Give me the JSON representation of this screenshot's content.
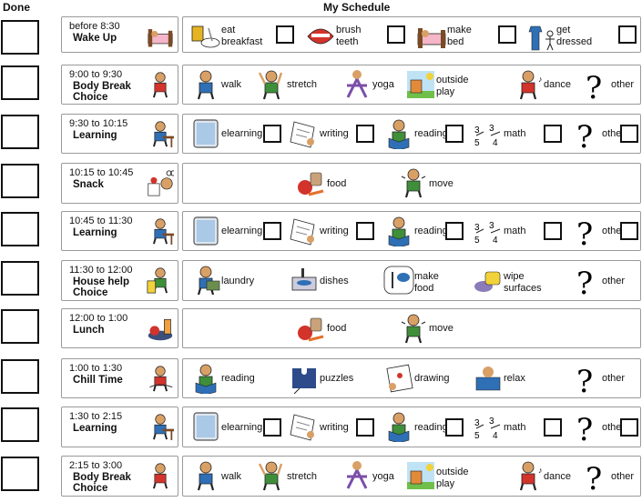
{
  "header": {
    "done": "Done",
    "schedule": "My Schedule"
  },
  "rows": [
    {
      "time": "before 8:30",
      "name": [
        "Wake Up"
      ],
      "pic": "bed-icon",
      "acts": [
        {
          "label": [
            "eat",
            "breakfast"
          ],
          "pic": "breakfast-icon",
          "cb": true
        },
        {
          "label": [
            "brush",
            "teeth"
          ],
          "pic": "teeth-icon",
          "cb": true
        },
        {
          "label": [
            "make",
            "bed"
          ],
          "pic": "bed-icon",
          "cb": true
        },
        {
          "label": [
            "get",
            "dressed"
          ],
          "pic": "clothes-icon",
          "cb": true
        }
      ]
    },
    {
      "time": "9:00 to 9:30",
      "name": [
        "Body Break",
        "Choice"
      ],
      "pic": "person-icon",
      "acts": [
        {
          "label": [
            "walk"
          ],
          "pic": "walk-icon",
          "cb": false
        },
        {
          "label": [
            "stretch"
          ],
          "pic": "stretch-icon",
          "cb": false
        },
        {
          "label": [
            "yoga"
          ],
          "pic": "yoga-icon",
          "cb": false
        },
        {
          "label": [
            "outside",
            "play"
          ],
          "pic": "house-icon",
          "cb": false
        },
        {
          "label": [
            "dance"
          ],
          "pic": "dance-icon",
          "cb": false
        },
        {
          "label": [
            "other"
          ],
          "pic": "question-icon",
          "cb": false
        }
      ]
    },
    {
      "time": "9:30 to 10:15",
      "name": [
        "Learning"
      ],
      "pic": "desk-icon",
      "acts": [
        {
          "label": [
            "elearning"
          ],
          "pic": "tablet-icon",
          "cb": true
        },
        {
          "label": [
            "writing"
          ],
          "pic": "writing-icon",
          "cb": true
        },
        {
          "label": [
            "reading"
          ],
          "pic": "reading-icon",
          "cb": true
        },
        {
          "label": [
            "math"
          ],
          "pic": "math-icon",
          "cb": true
        },
        {
          "label": [
            "other"
          ],
          "pic": "question-icon",
          "cb": true
        }
      ]
    },
    {
      "time": "10:15 to 10:45",
      "name": [
        "Snack"
      ],
      "pic": "snack-icon",
      "acts": [
        {
          "label": [
            "food"
          ],
          "pic": "food-icon",
          "cb": false
        },
        {
          "label": [
            "move"
          ],
          "pic": "move-icon",
          "cb": false
        }
      ]
    },
    {
      "time": "10:45 to 11:30",
      "name": [
        "Learning"
      ],
      "pic": "desk-icon",
      "acts": [
        {
          "label": [
            "elearning"
          ],
          "pic": "tablet-icon",
          "cb": true
        },
        {
          "label": [
            "writing"
          ],
          "pic": "writing-icon",
          "cb": true
        },
        {
          "label": [
            "reading"
          ],
          "pic": "reading-icon",
          "cb": true
        },
        {
          "label": [
            "math"
          ],
          "pic": "math-icon",
          "cb": true
        },
        {
          "label": [
            "other"
          ],
          "pic": "question-icon",
          "cb": true
        }
      ]
    },
    {
      "time": "11:30 to 12:00",
      "name": [
        "House help",
        "Choice"
      ],
      "pic": "trash-icon",
      "acts": [
        {
          "label": [
            "laundry"
          ],
          "pic": "laundry-icon",
          "cb": false
        },
        {
          "label": [
            "dishes"
          ],
          "pic": "dishes-icon",
          "cb": false
        },
        {
          "label": [
            "make",
            "food"
          ],
          "pic": "cooking-icon",
          "cb": false
        },
        {
          "label": [
            "wipe",
            "surfaces"
          ],
          "pic": "sponge-icon",
          "cb": false
        },
        {
          "label": [
            "other"
          ],
          "pic": "question-icon",
          "cb": false
        }
      ]
    },
    {
      "time": "12:00 to 1:00",
      "name": [
        "Lunch"
      ],
      "pic": "lunch-icon",
      "acts": [
        {
          "label": [
            "food"
          ],
          "pic": "food-icon",
          "cb": false
        },
        {
          "label": [
            "move"
          ],
          "pic": "move-icon",
          "cb": false
        }
      ]
    },
    {
      "time": "1:00 to 1:30",
      "name": [
        "Chill Time"
      ],
      "pic": "relax-icon",
      "acts": [
        {
          "label": [
            "reading"
          ],
          "pic": "reading-icon",
          "cb": false
        },
        {
          "label": [
            "puzzles"
          ],
          "pic": "puzzle-icon",
          "cb": false
        },
        {
          "label": [
            "drawing"
          ],
          "pic": "drawing-icon",
          "cb": false
        },
        {
          "label": [
            "relax"
          ],
          "pic": "chair-icon",
          "cb": false
        },
        {
          "label": [
            "other"
          ],
          "pic": "question-icon",
          "cb": false
        }
      ]
    },
    {
      "time": "1:30 to 2:15",
      "name": [
        "Learning"
      ],
      "pic": "desk-icon",
      "acts": [
        {
          "label": [
            "elearning"
          ],
          "pic": "tablet-icon",
          "cb": true
        },
        {
          "label": [
            "writing"
          ],
          "pic": "writing-icon",
          "cb": true
        },
        {
          "label": [
            "reading"
          ],
          "pic": "reading-icon",
          "cb": true
        },
        {
          "label": [
            "math"
          ],
          "pic": "math-icon",
          "cb": true
        },
        {
          "label": [
            "other"
          ],
          "pic": "question-icon",
          "cb": true
        }
      ]
    },
    {
      "time": "2:15 to 3:00",
      "name": [
        "Body Break",
        "Choice"
      ],
      "pic": "person-icon",
      "acts": [
        {
          "label": [
            "walk"
          ],
          "pic": "walk-icon",
          "cb": false
        },
        {
          "label": [
            "stretch"
          ],
          "pic": "stretch-icon",
          "cb": false
        },
        {
          "label": [
            "yoga"
          ],
          "pic": "yoga-icon",
          "cb": false
        },
        {
          "label": [
            "outside",
            "play"
          ],
          "pic": "house-icon",
          "cb": false
        },
        {
          "label": [
            "dance"
          ],
          "pic": "dance-icon",
          "cb": false
        },
        {
          "label": [
            "other"
          ],
          "pic": "question-icon",
          "cb": false
        }
      ]
    }
  ],
  "colors": {
    "border": "#9a9a9a",
    "skin": "#d9a066",
    "blue": "#2f6fb5",
    "green": "#3f8f3a",
    "red": "#d2332b",
    "yellow": "#f2d23a"
  }
}
